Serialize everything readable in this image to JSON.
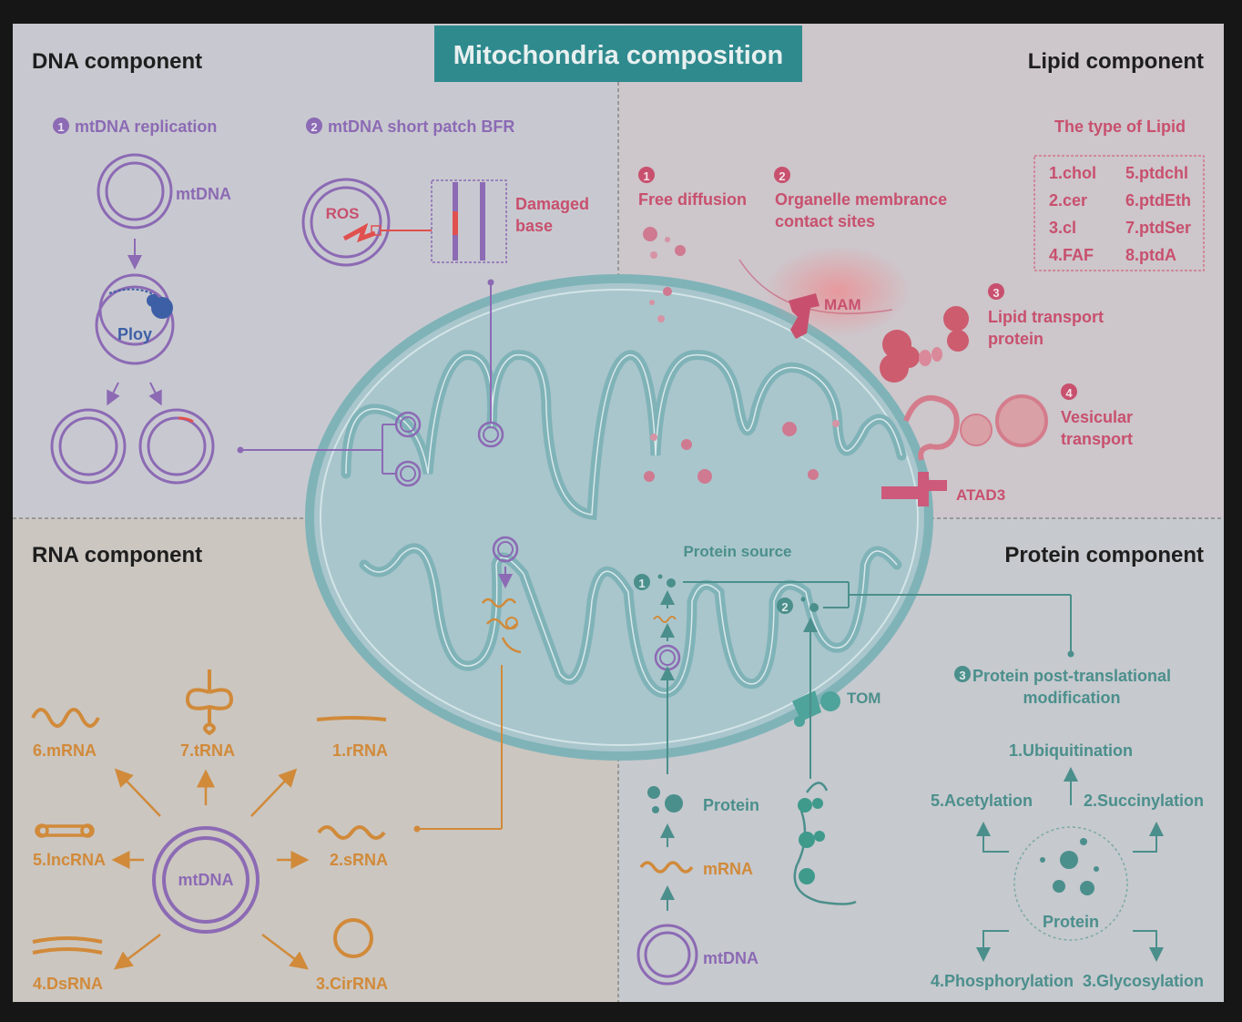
{
  "title": "Mitochondria composition",
  "colors": {
    "dna": "#8c6ab4",
    "lipid": "#c8506e",
    "rna": "#d18a3a",
    "protein": "#4b8f8c",
    "title_bg": "#2f8a8e",
    "mito_fill": "#a9c6cc",
    "mito_stroke": "#7fb3b8"
  },
  "dna": {
    "heading": "DNA component",
    "step1": {
      "num": "1",
      "label": "mtDNA replication"
    },
    "step2": {
      "num": "2",
      "label": "mtDNA short patch BFR"
    },
    "mtdna": "mtDNA",
    "ploy": "Ploy",
    "ros": "ROS",
    "damaged1": "Damaged",
    "damaged2": "base"
  },
  "lipid": {
    "heading": "Lipid component",
    "type_title": "The type of Lipid",
    "types": [
      "1.chol",
      "2.cer",
      "3.cl",
      "4.FAF",
      "5.ptdchl",
      "6.ptdEth",
      "7.ptdSer",
      "8.ptdA"
    ],
    "step1": {
      "num": "1",
      "label": "Free diffusion"
    },
    "step2": {
      "num": "2",
      "line1": "Organelle membrance",
      "line2": "contact sites"
    },
    "step3": {
      "num": "3",
      "line1": "Lipid transport",
      "line2": "protein"
    },
    "step4": {
      "num": "4",
      "line1": "Vesicular",
      "line2": "transport"
    },
    "mam": "MAM",
    "atad3": "ATAD3"
  },
  "rna": {
    "heading": "RNA component",
    "center": "mtDNA",
    "types": [
      "1.rRNA",
      "2.sRNA",
      "3.CirRNA",
      "4.DsRNA",
      "5.lncRNA",
      "6.mRNA",
      "7.tRNA"
    ]
  },
  "protein": {
    "heading": "Protein component",
    "source": "Protein source",
    "src1": "1",
    "src2": "2",
    "tom": "TOM",
    "protein_label": "Protein",
    "mrna_label": "mRNA",
    "mtdna_label": "mtDNA",
    "ptm": {
      "num": "3",
      "line1": "Protein post-translational",
      "line2": "modification"
    },
    "ptm_types": [
      "1.Ubiquitination",
      "2.Succinylation",
      "3.Glycosylation",
      "4.Phosphorylation",
      "5.Acetylation"
    ],
    "center": "Protein"
  }
}
